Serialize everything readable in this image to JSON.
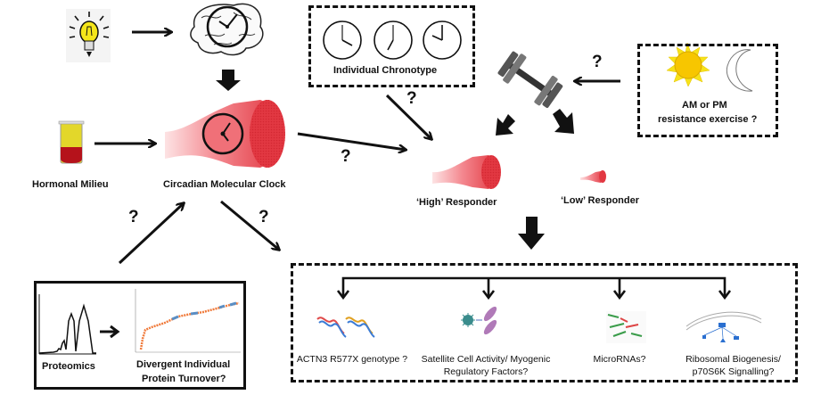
{
  "figure": {
    "nodes": {
      "light": {
        "icon": "lightbulb-icon"
      },
      "brain_clock": {
        "icon": "brain-clock-icon"
      },
      "hormonal": {
        "label": "Hormonal Milieu",
        "icon": "test-tube-icon"
      },
      "circadian": {
        "label": "Circadian Molecular Clock",
        "icon": "muscle-clock-icon"
      },
      "chronotype": {
        "label": "Individual Chronotype",
        "clocks": [
          "4:00",
          "7:00",
          "10:00"
        ]
      },
      "exercise": {
        "icon": "dumbbell-icon"
      },
      "timing": {
        "line1": "AM or PM",
        "line2": "resistance exercise ?",
        "icons": [
          "sun-icon",
          "moon-icon"
        ]
      },
      "high": {
        "label": "‘High’ Responder"
      },
      "low": {
        "label": "‘Low’ Responder"
      },
      "proteomics": {
        "label": "Proteomics",
        "turnover_line1": "Divergent Individual",
        "turnover_line2": "Protein Turnover?"
      },
      "mechanisms": [
        {
          "line1": "ACTN3 R577X genotype ?",
          "line2": "",
          "icon": "dna-icon"
        },
        {
          "line1": "Satellite Cell Activity/ Myogenic",
          "line2": "Regulatory Factors?",
          "icon": "satellite-cell-icon"
        },
        {
          "line1": "MicroRNAs?",
          "line2": "",
          "icon": "microrna-icon"
        },
        {
          "line1": "Ribosomal Biogenesis/",
          "line2": "p70S6K Signalling?",
          "icon": "signalling-pathway-icon"
        }
      ]
    },
    "question_mark": "?",
    "colors": {
      "muscle": "#e8303a",
      "muscle_light": "#f6a3a8",
      "bulb": "#f5e61a",
      "sun": "#f7c600",
      "sun_rays": "#f7e21a",
      "blood": "#b5121b",
      "plasma": "#e3d72a",
      "series_orange": "#f07a3a",
      "series_blue": "#5a8ec4",
      "ink": "#111111"
    }
  }
}
